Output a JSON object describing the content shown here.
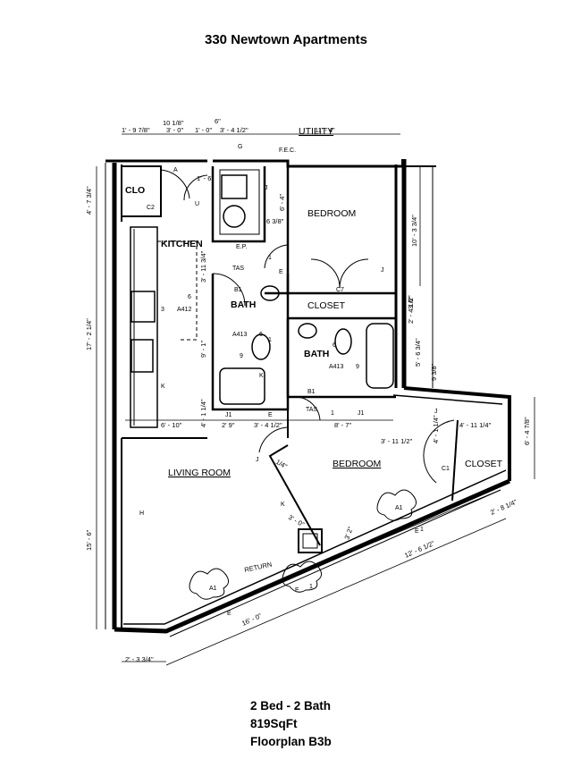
{
  "title": "330 Newtown Apartments",
  "info": {
    "beds_baths": "2 Bed - 2 Bath",
    "area": "819SqFt",
    "plan_name": "Floorplan B3b"
  },
  "rooms": {
    "utility": "UTILITY",
    "closet_small": "CLO",
    "kitchen": "KITCHEN",
    "bedroom_upper": "BEDROOM",
    "closet_upper": "CLOSET",
    "bath_left": "BATH",
    "bath_right": "BATH",
    "living_room": "LIVING ROOM",
    "bedroom_lower": "BEDROOM",
    "closet_lower": "CLOSET",
    "return": "RETURN"
  },
  "dimensions": {
    "d1": "1' - 9 7/8\"",
    "d2": "10 1/8\"",
    "d3": "3' - 0\"",
    "d4": "1' - 0\"",
    "d5": "6\"",
    "d6": "3' - 4 1/2\"",
    "d7": "11' - 4\"",
    "d8": "4' - 7 3/4\"",
    "d9": "1' - 6\"",
    "d10": "6' - 4\"",
    "d11": "6 3/8\"",
    "d12": "10' - 3 3/4\"",
    "d13": "3' - 11 3/4\"",
    "d14": "3' 6\"",
    "d15": "2' - 4 1/2\"",
    "d16": "17' - 2 1/4\"",
    "d17": "9' - 1\"",
    "d18": "5' - 6 3/4\"",
    "d19": "9 3/8\"",
    "d20": "4' - 1 1/4\"",
    "d21": "6' - 10\"",
    "d22": "2' 9\"",
    "d23": "3' - 4 1/2\"",
    "d24": "8' - 7\"",
    "d25": "4' - 1 1/4\"",
    "d26": "4' - 11 1/4\"",
    "d27": "6' - 4 7/8\"",
    "d28": "3' - 11 1/2\"",
    "d29": "1/4\"",
    "d30": "3' - 0\"",
    "d31": "3' 2\"",
    "d32": "15' - 6\"",
    "d33": "2' - 8 1/4\"",
    "d34": "12' - 6 1/2\"",
    "d35": "16' - 0\"",
    "d36": "2' - 3 3/4\""
  },
  "labels": {
    "fec": "F.E.C.",
    "ep": "E.P.",
    "tas1": "TAS",
    "tas2": "TAS",
    "b1a": "B1",
    "b1b": "B1",
    "c7": "C7",
    "c1": "C1",
    "c2": "C2",
    "a412": "A412",
    "a413a": "A413",
    "a413b": "A413",
    "a1a": "A1",
    "a1b": "A1",
    "ea": "E",
    "eb": "E",
    "ec": "E",
    "ed": "E",
    "ee": "E",
    "tag_a": "A",
    "tag_g": "G",
    "tag_u": "U",
    "tag_k1": "K",
    "tag_k2": "K",
    "tag_k3": "K",
    "tag_h": "H",
    "tag_j1": "J",
    "tag_j2": "J",
    "tag_j3": "J",
    "tag_j4": "J",
    "tag_j5": "J1",
    "tag_j6": "J1",
    "tag_num1": "1",
    "tag_num2": "1",
    "tag_num3": "1",
    "tag_num4": "1",
    "tag_num5": "1",
    "n3": "3",
    "n6": "6",
    "n9a": "9",
    "n9b": "9",
    "n6b": "6",
    "n6c": "6"
  }
}
